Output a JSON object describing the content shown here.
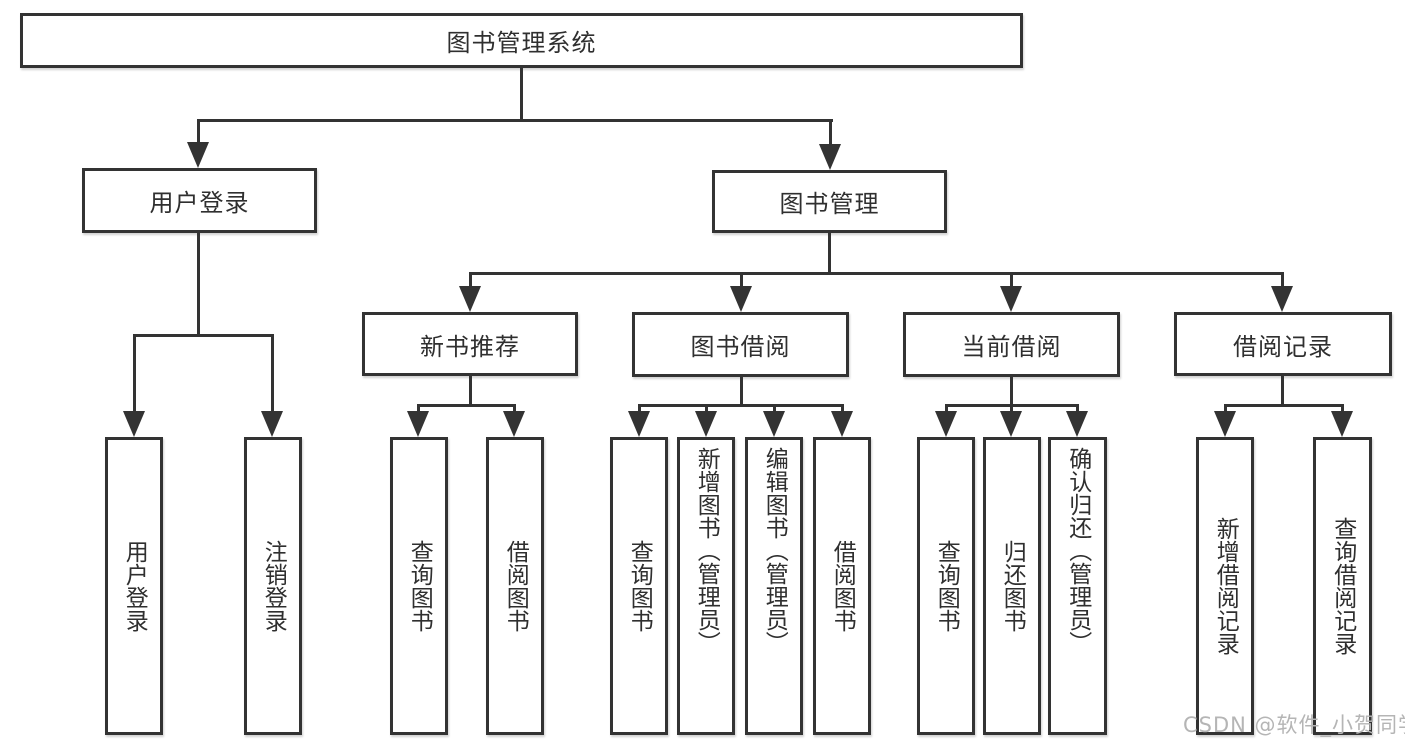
{
  "diagram": {
    "root": {
      "label": "图书管理系统"
    },
    "level2": [
      {
        "label": "用户登录"
      },
      {
        "label": "图书管理"
      }
    ],
    "level3": [
      {
        "label": "新书推荐"
      },
      {
        "label": "图书借阅"
      },
      {
        "label": "当前借阅"
      },
      {
        "label": "借阅记录"
      }
    ],
    "leaves": {
      "user_login": [
        "用户登录",
        "注销登录"
      ],
      "new_book_recommend": [
        "查询图书",
        "借阅图书"
      ],
      "book_borrow": [
        "查询图书",
        "新增图书（管理员）",
        "编辑图书（管理员）",
        "借阅图书"
      ],
      "current_borrow": [
        "查询图书",
        "归还图书",
        "确认归还（管理员）"
      ],
      "borrow_records": [
        "新增借阅记录",
        "查询借阅记录"
      ]
    }
  },
  "watermark": "CSDN @软件_小贺同学",
  "colors": {
    "line": "#333333",
    "text": "#2f2f2f",
    "watermark": "#b5b5b5",
    "background": "#ffffff"
  }
}
